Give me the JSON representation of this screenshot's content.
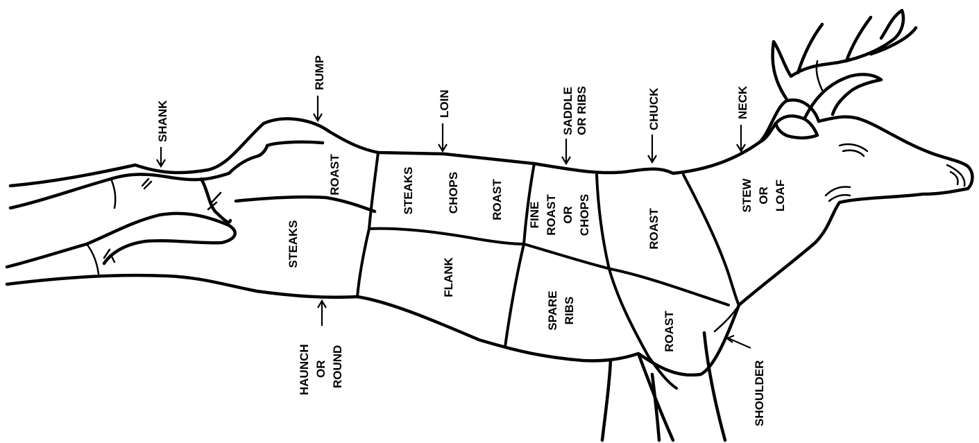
{
  "cuts": {
    "rump_roast": "ROAST",
    "haunch_steaks": "STEAKS",
    "loin_steaks": "STEAKS",
    "loin_chops": "CHOPS",
    "loin_roast": "ROAST",
    "flank": "FLANK",
    "saddle": [
      "FINE",
      "ROAST",
      "OR",
      "CHOPS"
    ],
    "spare_ribs": [
      "SPARE",
      "RIBS"
    ],
    "chuck_roast": "ROAST",
    "shoulder_roast": "ROAST",
    "neck_stew": [
      "STEW",
      "OR",
      "LOAF"
    ]
  },
  "regions": {
    "shank": "SHANK",
    "rump": "RUMP",
    "loin": "LOIN",
    "saddle": [
      "SADDLE",
      "OR RIBS"
    ],
    "chuck": "CHUCK",
    "neck": "NECK",
    "haunch": [
      "HAUNCH",
      "OR",
      "ROUND"
    ],
    "shoulder": "SHOULDER"
  },
  "colors": {
    "ink": "#000000",
    "paper": "#ffffff"
  }
}
